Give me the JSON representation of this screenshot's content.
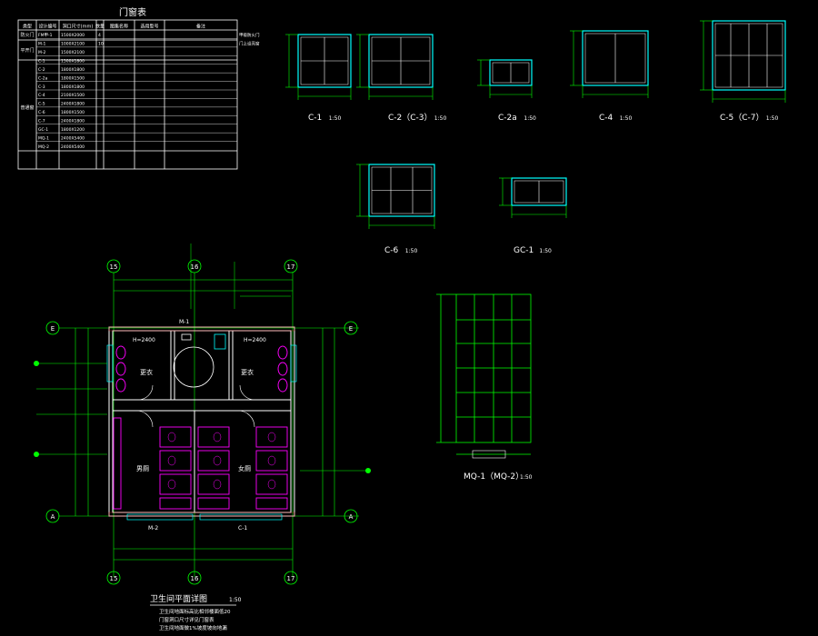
{
  "table": {
    "title": "门窗表",
    "headers": [
      "类型",
      "设计编号",
      "洞口尺寸(mm)",
      "数量",
      "图集名称",
      "选用型号",
      "备注"
    ],
    "row_types": [
      "防火门",
      "平开门",
      "普通窗"
    ],
    "rows": [
      [
        "FM甲-1",
        "1500X2000",
        "4",
        "",
        "",
        "",
        "甲级防火门"
      ],
      [
        "M-1",
        "1000X2100",
        "10",
        "",
        "",
        "",
        "门上设亮窗"
      ],
      [
        "M-2",
        "1500X2100",
        "",
        "",
        "",
        "",
        ""
      ],
      [
        "C-1",
        "1500X1800",
        "",
        "",
        "",
        "",
        ""
      ],
      [
        "C-2",
        "1800X1800",
        "",
        "",
        "",
        "",
        ""
      ],
      [
        "C-2a",
        "1800X1500",
        "",
        "",
        "",
        "",
        ""
      ],
      [
        "C-3",
        "1800X1800",
        "",
        "",
        "",
        "",
        ""
      ],
      [
        "C-4",
        "2100X1500",
        "",
        "",
        "",
        "",
        ""
      ],
      [
        "C-5",
        "2400X1800",
        "",
        "",
        "",
        "",
        ""
      ],
      [
        "C-6",
        "1800X1500",
        "",
        "",
        "",
        "",
        ""
      ],
      [
        "C-7",
        "2400X1800",
        "",
        "",
        "",
        "",
        ""
      ],
      [
        "GC-1",
        "1800X1200",
        "",
        "",
        "",
        "",
        ""
      ],
      [
        "MQ-1",
        "2400X5400",
        "",
        "",
        "",
        "",
        ""
      ],
      [
        "MQ-2",
        "2400X5400",
        "",
        "",
        "",
        "",
        ""
      ]
    ]
  },
  "windows": [
    {
      "label": "C-1",
      "scale": "1:50"
    },
    {
      "label": "C-2（C-3）",
      "scale": "1:50"
    },
    {
      "label": "C-2a",
      "scale": "1:50"
    },
    {
      "label": "C-4",
      "scale": "1:50"
    },
    {
      "label": "C-5（C-7）",
      "scale": "1:50"
    },
    {
      "label": "C-6",
      "scale": "1:50"
    },
    {
      "label": "GC-1",
      "scale": "1:50"
    }
  ],
  "curtain_wall": {
    "label": "MQ-1（MQ-2）",
    "scale": "1:50"
  },
  "plan": {
    "title": "卫生间平面详图",
    "scale": "1:50",
    "axes_top": [
      "15",
      "16",
      "17"
    ],
    "axes_bottom": [
      "15",
      "16",
      "17"
    ],
    "axis_rows": [
      "E",
      "A"
    ],
    "rooms": [
      {
        "name": "更衣",
        "height": "H=2400"
      },
      {
        "name": "更衣",
        "height": "H=2400"
      },
      {
        "name": "男厕"
      },
      {
        "name": "女厕"
      }
    ],
    "notes": [
      "卫生间地面标高比相邻楼面低20",
      "门窗洞口尺寸详见门窗表",
      "卫生间地面做1%坡度坡向地漏"
    ],
    "door_labels": [
      "M-1",
      "M-2",
      "C-1"
    ]
  },
  "colors": {
    "background": "#000000",
    "cyan": "#00ffff",
    "green": "#00ff00",
    "magenta": "#ff00ff",
    "yellow": "#ffff00",
    "white": "#ffffff",
    "red": "#ff3030"
  }
}
